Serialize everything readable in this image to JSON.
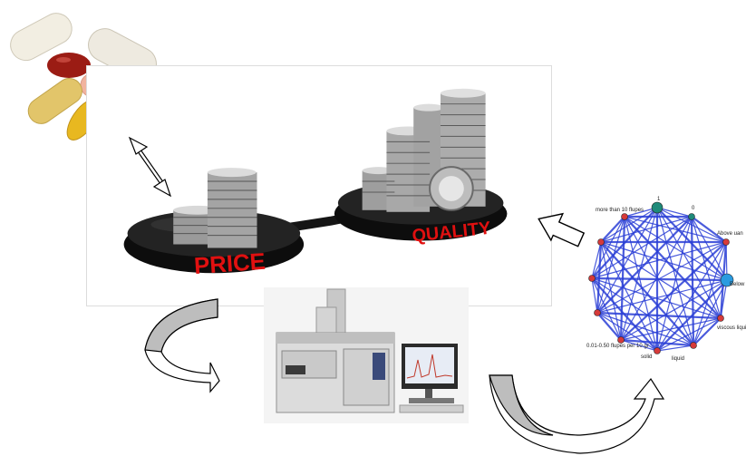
{
  "scale": {
    "price_label": "PRICE",
    "quality_label": "QUALITY"
  },
  "network": {
    "labels": [
      "more than 10 flupes",
      "1",
      "0",
      "Above uan",
      "Below u",
      "viscous liqui",
      "liquid",
      "solid",
      "0.01-0.50 flupes per 10 gr"
    ]
  },
  "colors": {
    "arrow_gray": "#bdbdbd",
    "network_edge": "#2b3fd6",
    "node_red": "#d63a3a",
    "node_teal": "#1e8a7a",
    "node_blue": "#2a9be0",
    "price_red": "#e01010"
  },
  "icons": [
    "pills-image",
    "price-quality-scale-image",
    "gas-chromatograph-image",
    "network-graph-image",
    "double-arrow-icon",
    "curved-arrow-icon",
    "block-arrow-icon"
  ]
}
